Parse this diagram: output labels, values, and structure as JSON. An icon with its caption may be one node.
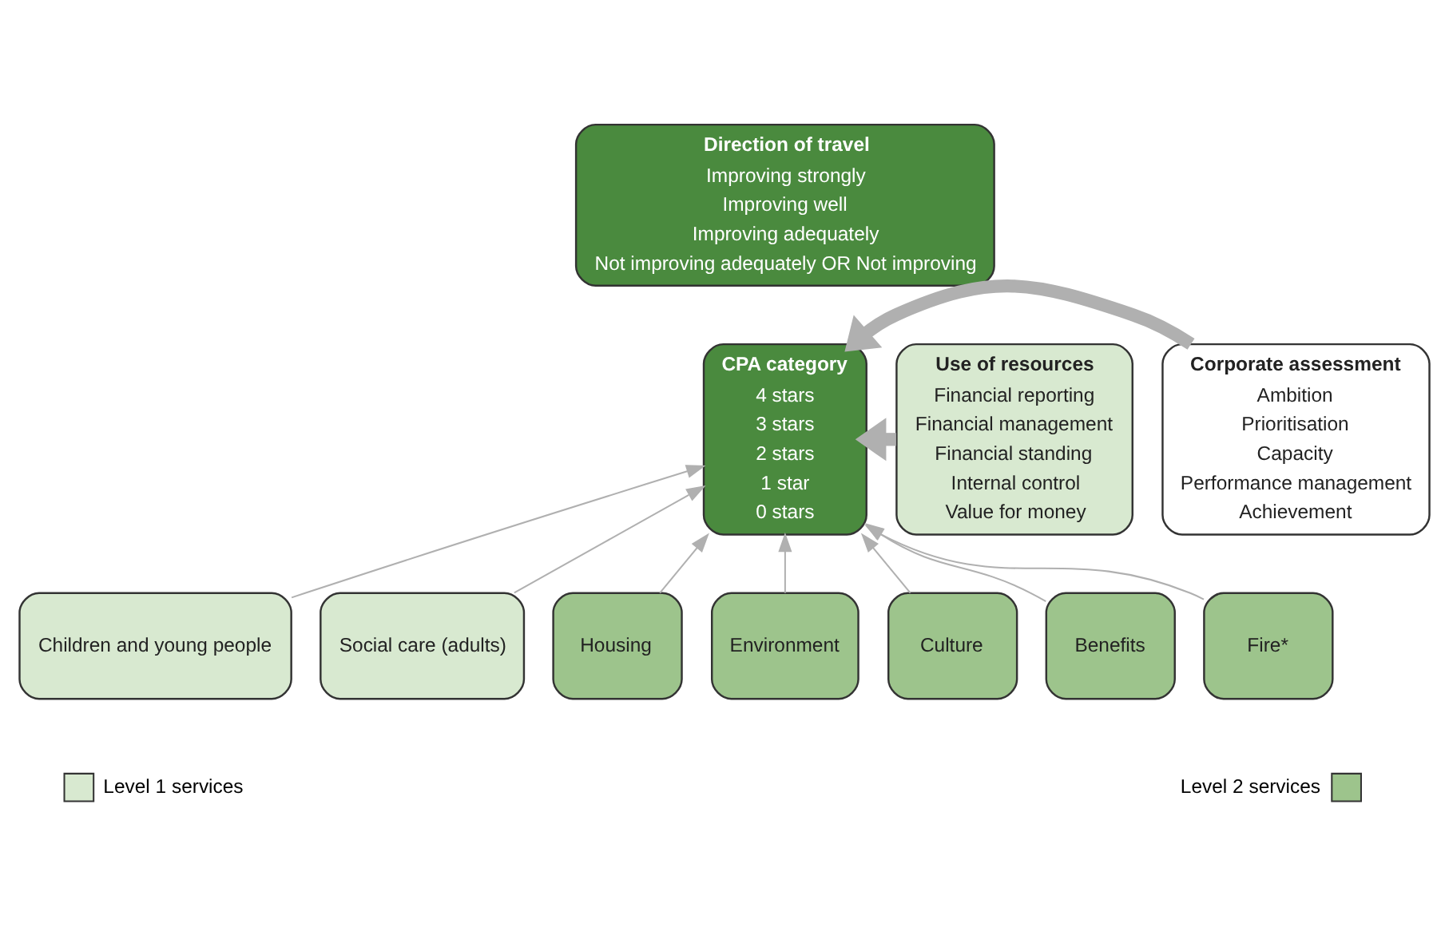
{
  "diagram": {
    "nodes": [
      {
        "text": [
          "Direction of travel",
          "Improving strongly",
          "Improving well",
          "Improving adequately",
          "Not improving adequately OR Not improving"
        ]
      },
      {
        "text": [
          "Use of resources",
          "Financial reporting",
          "Financial management",
          "Financial standing",
          "Internal control",
          "Value for money"
        ]
      },
      {
        "text": [
          "CPA category",
          "4 stars",
          "3 stars",
          "2 stars",
          "1 star",
          "0 stars"
        ]
      },
      {
        "text": [
          "Corporate assessment",
          "Ambition",
          "Prioritisation",
          "Capacity",
          "Performance management",
          "Achievement"
        ]
      },
      {
        "text": [
          "Children and young people"
        ]
      },
      {
        "text": [
          "Social care (adults)"
        ]
      },
      {
        "text": [
          "Housing"
        ]
      },
      {
        "text": [
          "Environment"
        ]
      },
      {
        "text": [
          "Culture"
        ]
      },
      {
        "text": [
          "Benefits"
        ]
      },
      {
        "text": [
          "Fire*"
        ]
      }
    ],
    "edges": [
      {
        "from": 1,
        "to": 2,
        "arrow": "to",
        "style": "thick"
      },
      {
        "from": 3,
        "to": 2,
        "arrow": "to",
        "style": "thick"
      },
      {
        "from": 4,
        "to": 2,
        "arrow": "to"
      },
      {
        "from": 5,
        "to": 2,
        "arrow": "to"
      },
      {
        "from": 6,
        "to": 2,
        "arrow": "to"
      },
      {
        "from": 7,
        "to": 2,
        "arrow": "to"
      },
      {
        "from": 8,
        "to": 2,
        "arrow": "to"
      },
      {
        "from": 9,
        "to": 2,
        "arrow": "to"
      },
      {
        "from": 10,
        "to": 2,
        "arrow": "to"
      }
    ],
    "legend": [
      {
        "text": "Level 1 services",
        "color": "#d8e9d0"
      },
      {
        "text": "Level 2 services",
        "color": "#9dc48c"
      }
    ]
  }
}
